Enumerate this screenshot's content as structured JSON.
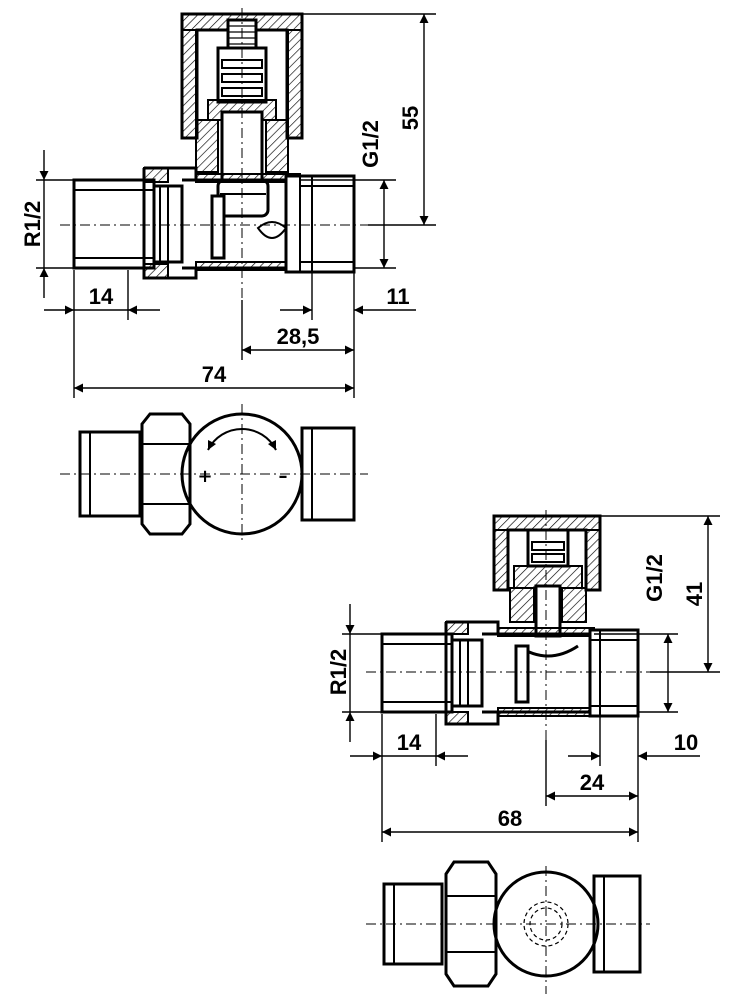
{
  "upper_view": {
    "dim_inlet_thread": "R1/2",
    "dim_outlet_thread": "G1/2",
    "dim_height": "55",
    "dim_inlet_length": "14",
    "dim_outlet_length": "11",
    "dim_axis_offset": "28,5",
    "dim_total_length": "74",
    "plus_mark": "+",
    "minus_mark": "–"
  },
  "lower_view": {
    "dim_inlet_thread": "R1/2",
    "dim_outlet_thread": "G1/2",
    "dim_height": "41",
    "dim_inlet_length": "14",
    "dim_outlet_length": "10",
    "dim_axis_offset": "24",
    "dim_total_length": "68"
  }
}
